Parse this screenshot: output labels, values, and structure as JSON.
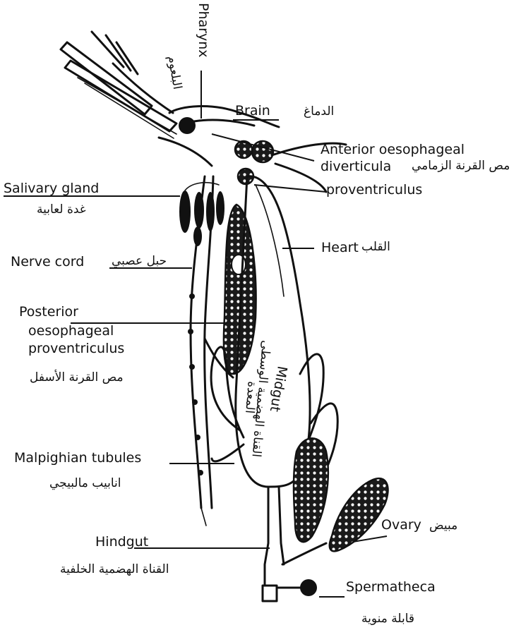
{
  "labels": {
    "pharynx": "Pharynx",
    "brain": "Brain",
    "anterior_1": "Anterior oesophageal",
    "anterior_2": "diverticula",
    "proventriculus": "proventriculus",
    "salivary_gland": "Salivary gland",
    "nerve_cord": "Nerve cord",
    "heart": "Heart",
    "posterior_1": "Posterior",
    "posterior_2": "oesophageal",
    "posterior_3": "proventriculus",
    "midgut": "Midgut",
    "malpighian": "Malpighian tubules",
    "hindgut": "Hindgut",
    "ovary": "Ovary",
    "spermatheca": "Spermatheca"
  },
  "arabic": {
    "pharynx": "البلعوم",
    "brain": "الدماغ",
    "anterior": "مص القرنة الزمامي",
    "salivary_gland": "غدة لعابية",
    "nerve_cord": "حبل عصبي",
    "heart": "القلب",
    "posterior": "مص القرنة الأسفل",
    "midgut_1": "القناة الهضمية الوسطى",
    "midgut_2": "المعدة",
    "malpighian": "انابيب مالبيجي",
    "hindgut": "القناة الهضمية الخلفية",
    "ovary": "مبيض",
    "spermatheca": "قابلة منوية"
  }
}
